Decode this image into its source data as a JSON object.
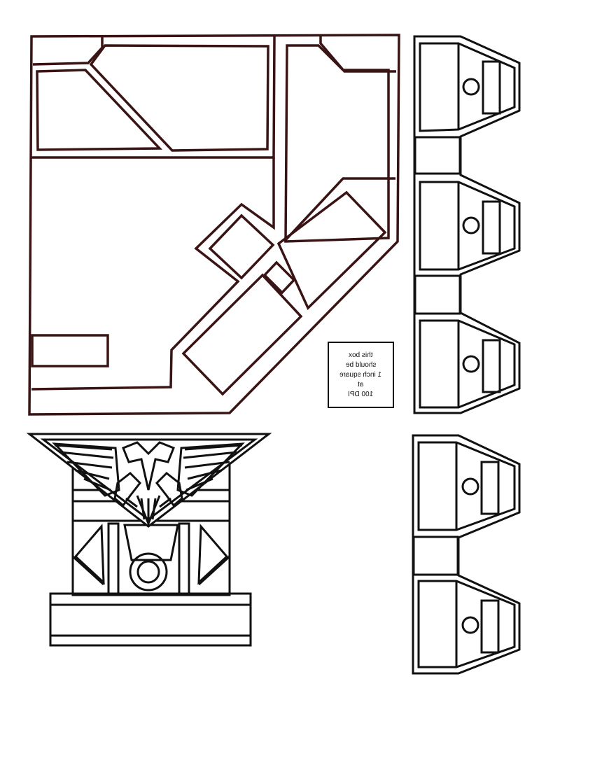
{
  "calibration_box": {
    "lines": [
      "this box",
      "should be",
      "1 inch square",
      "at",
      "100 DPI"
    ]
  },
  "colors": {
    "outline_brown": "#3a1414",
    "outline_black": "#111111",
    "paper": "#ffffff"
  }
}
